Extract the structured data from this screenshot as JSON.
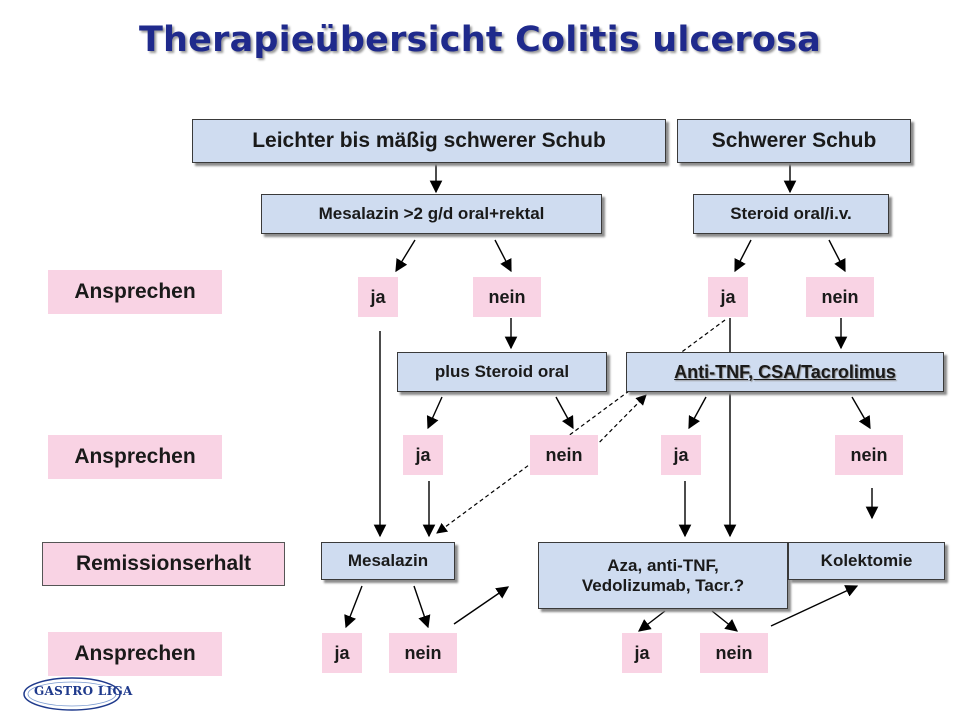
{
  "title": "Therapieübersicht Colitis ulcerosa",
  "colors": {
    "title": "#1f2a8c",
    "box_fill": "#cfdcf0",
    "answer_fill": "#f9d3e4"
  },
  "row_labels": {
    "ansprechen_1": "Ansprechen",
    "ansprechen_2": "Ansprechen",
    "remissionserhalt": "Remissionserhalt",
    "ansprechen_3": "Ansprechen"
  },
  "nodes": {
    "mild_flare": "Leichter bis mäßig schwerer Schub",
    "severe_flare": "Schwerer Schub",
    "mesalazin_high": "Mesalazin >2 g/d oral+rektal",
    "steroid_oral_iv": "Steroid oral/i.v.",
    "plus_steroid": "plus Steroid oral",
    "anti_tnf": "Anti-TNF, CSA/Tacrolimus",
    "mesalazin": "Mesalazin",
    "aza": "Aza, anti-TNF, Vedolizumab, Tacr.?",
    "kolektomie": "Kolektomie"
  },
  "answers": {
    "r1_ja_a": "ja",
    "r1_nein_a": "nein",
    "r1_ja_b": "ja",
    "r1_nein_b": "nein",
    "r2_ja_a": "ja",
    "r2_nein_a": "nein",
    "r2_ja_b": "ja",
    "r2_nein_b": "nein",
    "r3_ja_a": "ja",
    "r3_nein_a": "nein",
    "r3_ja_b": "ja",
    "r3_nein_b": "nein"
  },
  "logo": {
    "text": "GASTRO LIGA"
  }
}
